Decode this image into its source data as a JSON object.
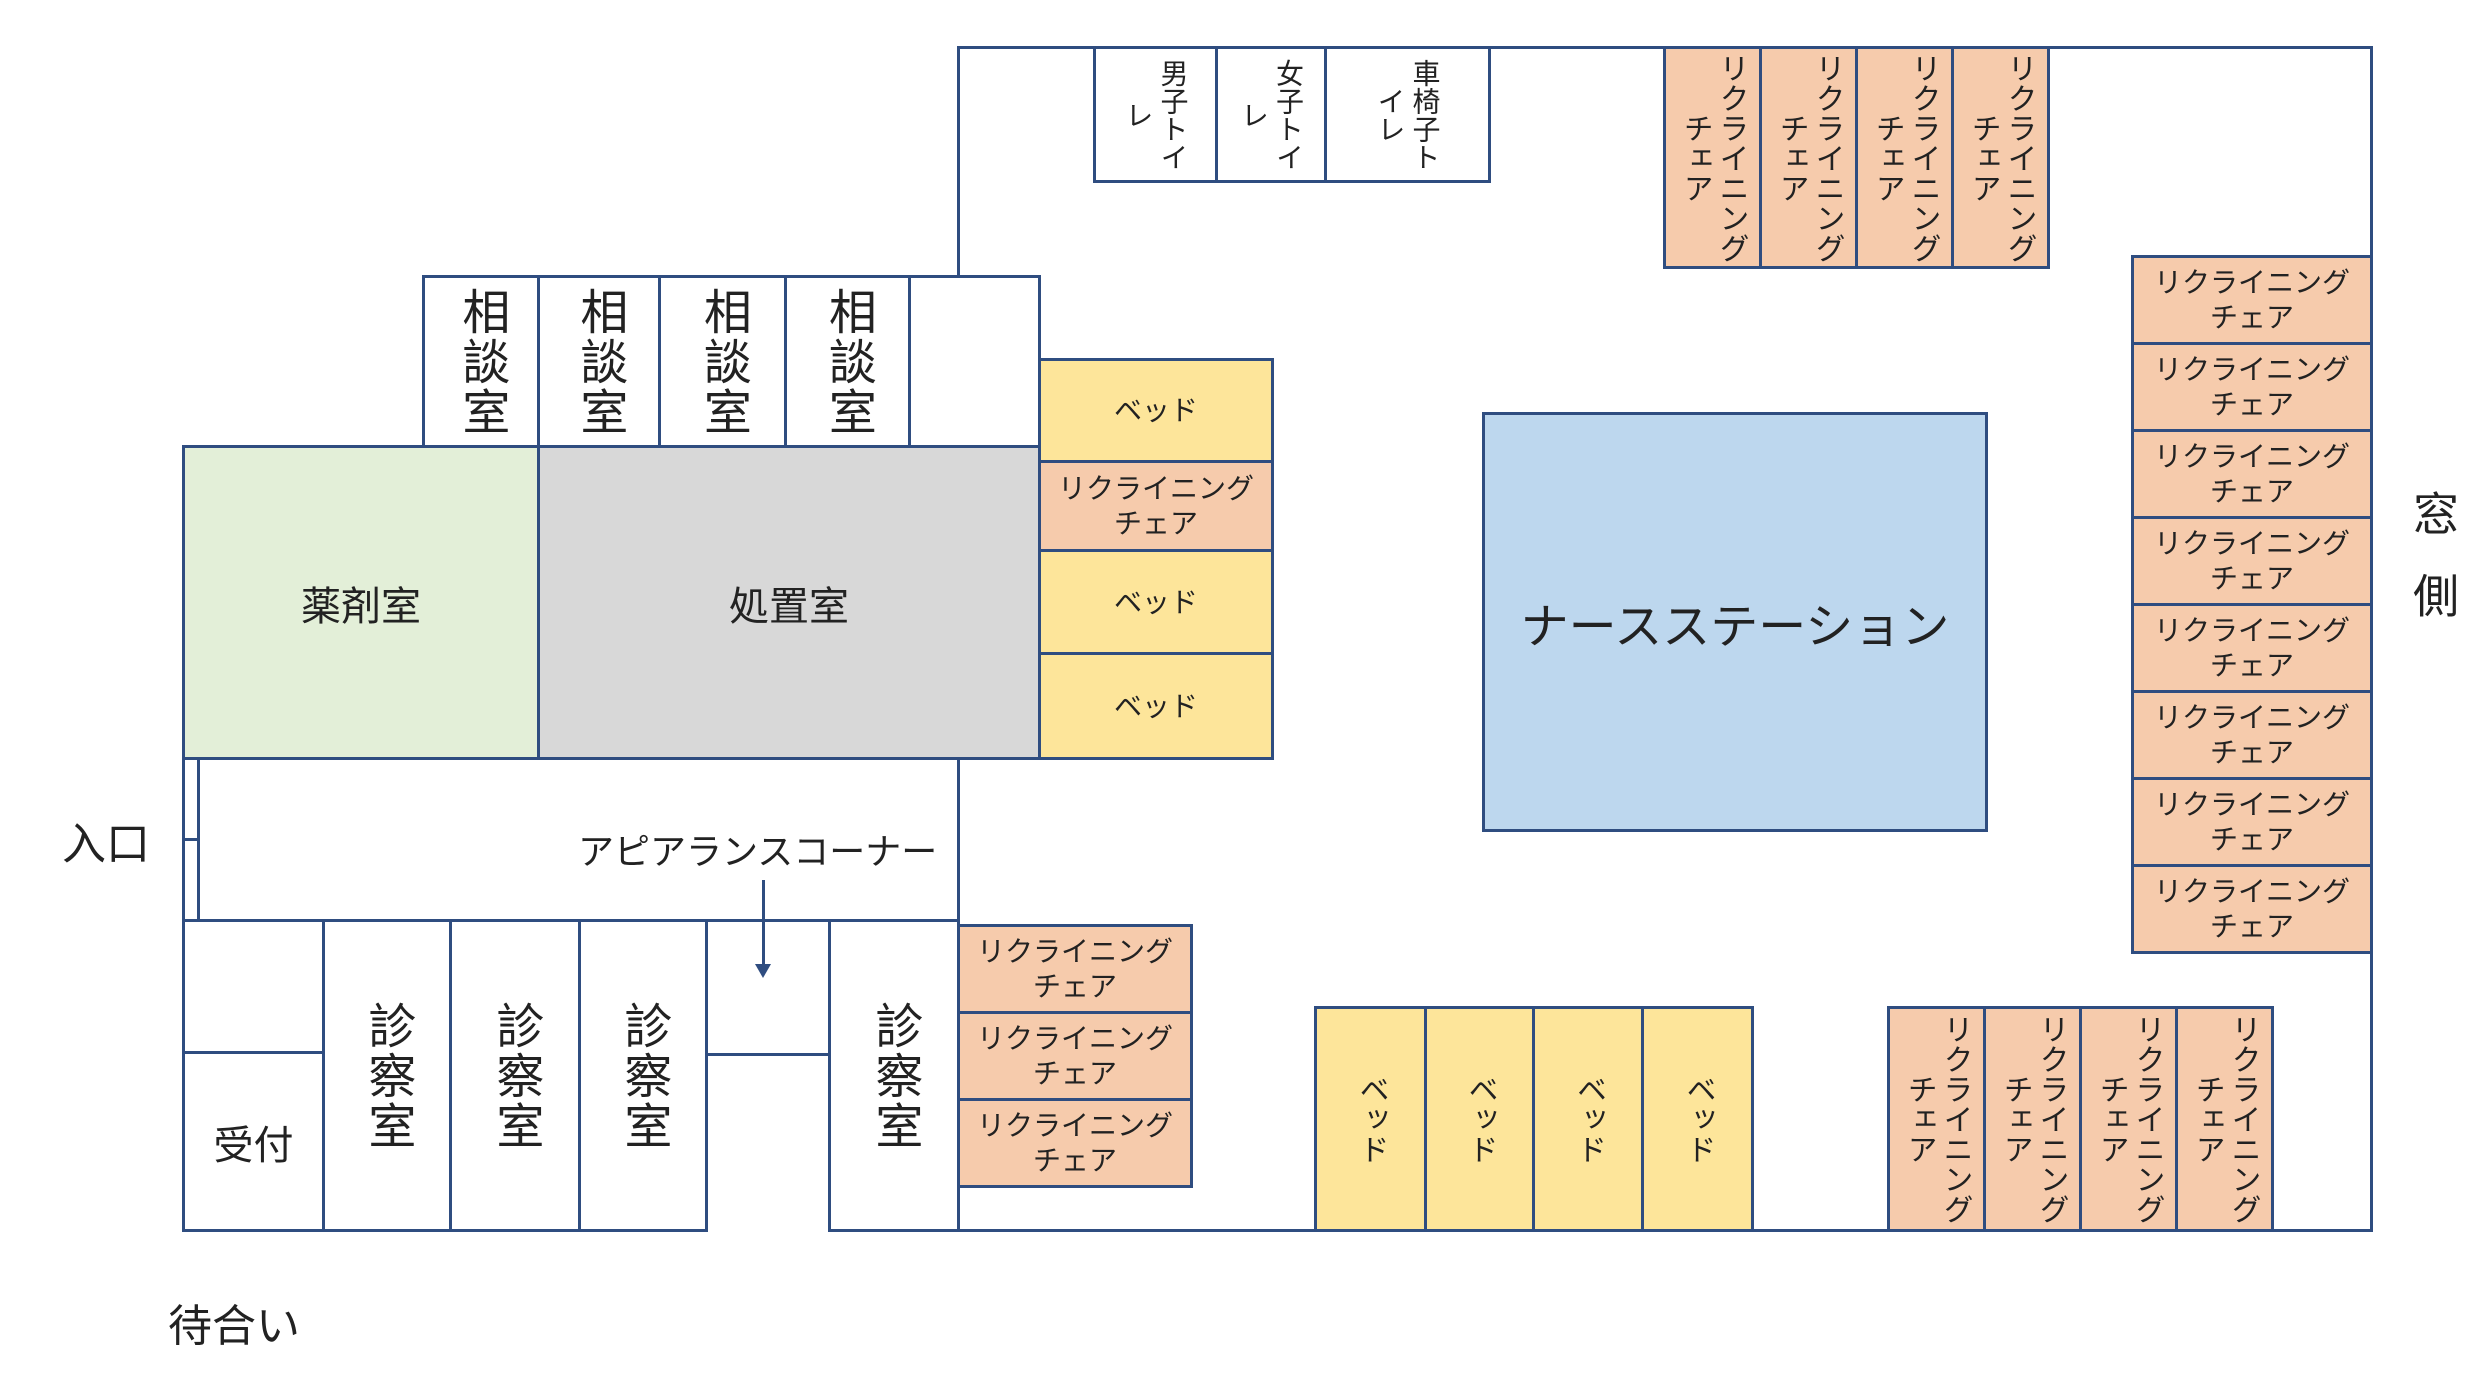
{
  "labels": {
    "entrance": "入口",
    "waiting": "待合い",
    "appearance_corner": "アピアランスコーナー",
    "window_side": "窓側"
  },
  "rooms": {
    "pharmacy": "薬剤室",
    "treatment": "処置室",
    "nurse_station": "ナースステーション",
    "reception": "受付",
    "consultation": "相談室",
    "exam": "診察室",
    "male_toilet": "男子トイレ",
    "female_toilet": "女子トイレ",
    "wheelchair_toilet": "車椅子トイレ"
  },
  "furniture": {
    "bed": "ベッド",
    "chair_h": "リクライニング\nチェア",
    "chair_v": "リクライニングチェア"
  },
  "colors": {
    "wall": "#2f4d80",
    "chair": "#f6cbac",
    "bed": "#fde59a",
    "pharmacy": "#e3efd8",
    "treatment": "#d8d8d8",
    "nurse_station": "#bdd7ee"
  }
}
